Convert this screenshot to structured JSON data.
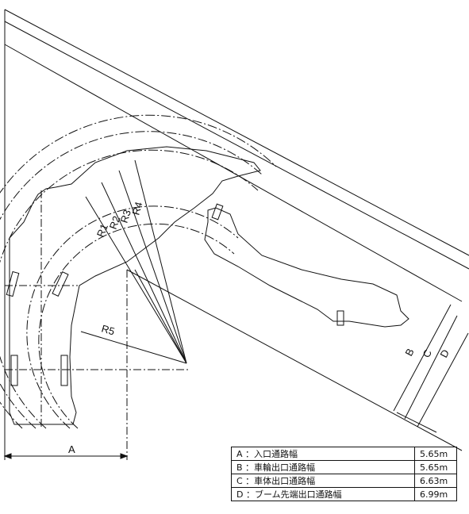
{
  "labels": {
    "A": "A",
    "B": "B",
    "C": "C",
    "D": "D",
    "R1": "R1",
    "R2": "R2",
    "R3": "R3",
    "R4": "R4",
    "R5": "R5"
  },
  "legend": [
    {
      "key": "A ：入口通路幅",
      "value": "5.65m"
    },
    {
      "key": "B ：車輪出口通路幅",
      "value": "5.65m"
    },
    {
      "key": "C ：車体出口通路幅",
      "value": "6.63m"
    },
    {
      "key": "D ：ブーム先端出口通路幅",
      "value": "6.99m"
    }
  ]
}
